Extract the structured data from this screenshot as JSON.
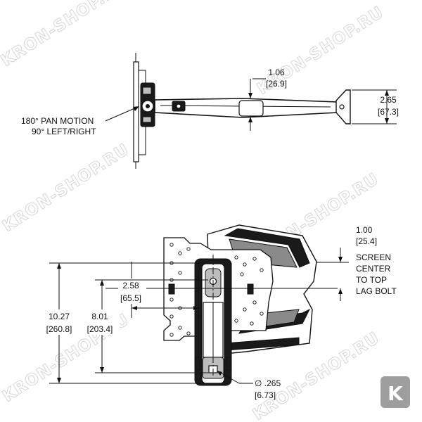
{
  "watermark": "KRON-SHOP.RU",
  "logo_letter": "K",
  "top_view": {
    "pan_label_1": "180° PAN MOTION",
    "pan_label_2": "90° LEFT/RIGHT",
    "dim_arm_in": "1.06",
    "dim_arm_mm": "[26.9]",
    "dim_wall_in": "2.65",
    "dim_wall_mm": "[67.3]"
  },
  "front_view": {
    "dim_offset_in": "1.00",
    "dim_offset_mm": "[25.4]",
    "note_1": "SCREEN",
    "note_2": "CENTER",
    "note_3": "TO TOP",
    "note_4": "LAG BOLT",
    "dim_width_in": "2.58",
    "dim_width_mm": "[65.5]",
    "dim_total_in": "10.27",
    "dim_total_mm": "[260.8]",
    "dim_holes_in": "8.01",
    "dim_holes_mm": "[203.4]",
    "dim_hole_dia_in": "∅ .265",
    "dim_hole_dia_mm": "[6.73]"
  },
  "colors": {
    "line": "#111111",
    "watermark": "#d9d9d9",
    "logo_bg": "#9e9e9e"
  }
}
